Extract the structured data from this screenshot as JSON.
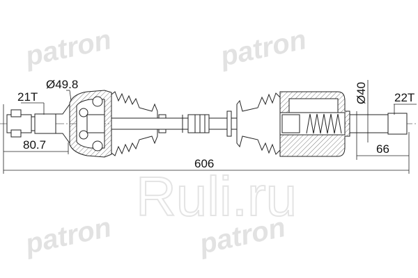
{
  "watermarks": {
    "brand": "patron",
    "site": "Ruli.ru"
  },
  "dimensions": {
    "left_spline_teeth": "21T",
    "left_joint_diameter": "Ø49.8",
    "left_length": "80.7",
    "total_length": "606",
    "right_joint_diameter": "Ø40",
    "right_spline_teeth": "22T",
    "right_length": "66"
  },
  "colors": {
    "line": "#222222",
    "watermark": "#e2e2e2"
  }
}
